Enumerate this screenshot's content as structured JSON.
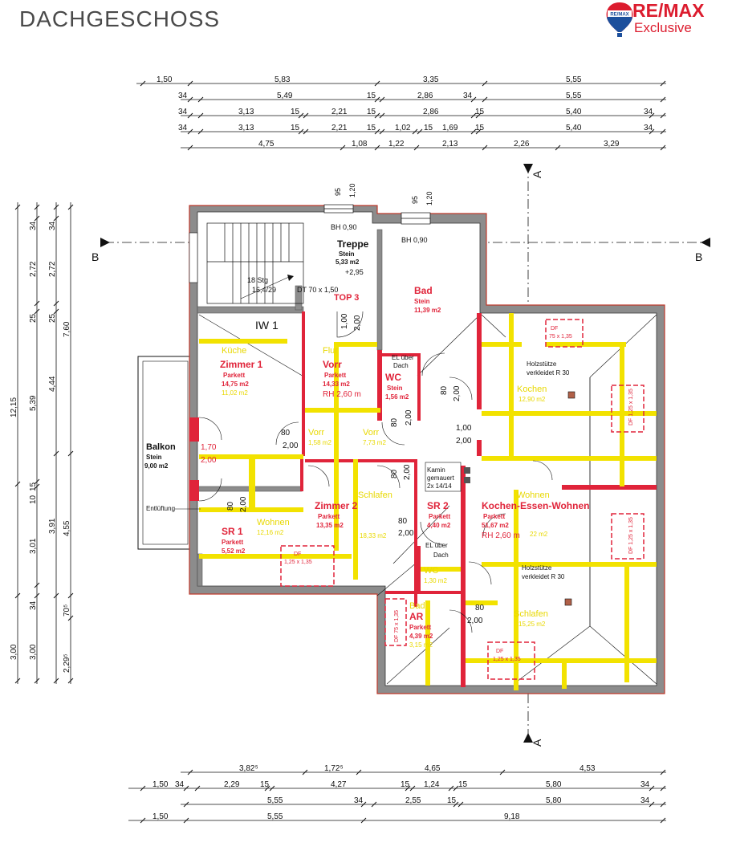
{
  "header": {
    "title": "DACHGESCHOSS",
    "logo": {
      "brand": "RE/MAX",
      "tagline": "Exclusive",
      "balloon_text": "RE/MAX",
      "icon": "remax-balloon-icon"
    }
  },
  "colors": {
    "wall": "#555555",
    "wall_fill": "#8c8c8c",
    "red": "#e0243a",
    "yellow": "#f2e200",
    "ink": "#111111"
  },
  "section_markers": {
    "a_left": "A",
    "a_right": "A",
    "b_left": "B",
    "b_right": "B"
  },
  "dimensions": {
    "top_rows": [
      [
        "1,50",
        "5,83",
        "3,35",
        "5,55"
      ],
      [
        "34",
        "5,49",
        "15",
        "2,86",
        "34",
        "5,55"
      ],
      [
        "34",
        "3,13",
        "15",
        "2,21",
        "15",
        "2,86",
        "15",
        "5,40",
        "34"
      ],
      [
        "34",
        "3,13",
        "15",
        "2,21",
        "15",
        "1,02",
        "15",
        "1,69",
        "15",
        "5,40",
        "34"
      ],
      [
        "4,75",
        "1,08",
        "1,22",
        "2,13",
        "2,26",
        "3,29"
      ]
    ],
    "bottom_rows": [
      [
        "3,82⁵",
        "1,72⁵",
        "4,65",
        "4,53"
      ],
      [
        "1,50",
        "34",
        "2,29",
        "15",
        "4,27",
        "15",
        "1,24",
        "15",
        "5,80",
        "34"
      ],
      [
        "5,55",
        "34",
        "2,55",
        "15",
        "5,80",
        "34"
      ],
      [
        "1,50",
        "5,55",
        "9,18"
      ]
    ],
    "left_cols": [
      [
        "34",
        "2,72",
        "25",
        "5,39",
        "15",
        "3,01",
        "34",
        "3,00"
      ],
      [
        "34",
        "2,72",
        "25",
        "4,44",
        "3,91",
        "3,00"
      ],
      [
        "7,60",
        "4,55",
        "2,29⁵"
      ],
      [
        "12,15",
        "10",
        "70⁵"
      ]
    ],
    "windows": {
      "w1_a": "95",
      "w1_b": "1,20",
      "w2_a": "95",
      "w2_b": "1,20"
    }
  },
  "labels": {
    "treppe": {
      "name": "Treppe",
      "floor": "Stein",
      "area": "5,33 m2",
      "level": "+2,95"
    },
    "stair": {
      "count": "18 Stg",
      "ratio": "16,4/29",
      "dt": "DT 70 x 1,50"
    },
    "bh1": "BH 0,90",
    "bh2": "BH 0,90",
    "top3": "TOP 3",
    "bad_top": {
      "name": "Bad",
      "floor": "Stein",
      "area": "11,39 m2"
    },
    "iw1": "IW 1",
    "kueche": "Küche",
    "zimmer1": {
      "name": "Zimmer 1",
      "floor": "Parkett",
      "area": "14,75 m2",
      "area_old": "11,02 m2"
    },
    "flur": "Flur",
    "vorr1": {
      "name": "Vorr",
      "floor": "Parkett",
      "area": "14,33 m2",
      "rh": "RH 2,60 m"
    },
    "el_dach1": {
      "l1": "EL über",
      "l2": "Dach"
    },
    "wc1": {
      "name": "WC",
      "floor": "Stein",
      "area": "1,56 m2"
    },
    "kochen": {
      "name": "Kochen",
      "area": "12,90 m2"
    },
    "holz1": {
      "l1": "Holzstütze",
      "l2": "verkleidet R 30"
    },
    "df_top": "DF\n75 x 1,35",
    "df_right1": "DF 1,25 x 1,35",
    "balkon": {
      "name": "Balkon",
      "floor": "Stein",
      "area": "9,00 m2"
    },
    "d170": "1,70",
    "d200a": "2,00",
    "vorr2": {
      "name": "Vorr",
      "area": "1,58 m2"
    },
    "vorr3": {
      "name": "Vorr",
      "area": "7,73 m2"
    },
    "d80_200_a": {
      "a": "80",
      "b": "2,00"
    },
    "d100_200": {
      "a": "1,00",
      "b": "2,00"
    },
    "d100_200_b": {
      "a": "1,00",
      "b": "2,00"
    },
    "d80_200_b": {
      "a": "80",
      "b": "2,00"
    },
    "d80_200_c": {
      "a": "80",
      "b": "2,00"
    },
    "d80_200_d": {
      "a": "80",
      "b": "2,00"
    },
    "d80_200_e": {
      "a": "80",
      "b": "2,00"
    },
    "d80_200_f": {
      "a": "80",
      "b": "2,00"
    },
    "d80_200_g": {
      "a": "80",
      "b": "2,00"
    },
    "kamin": {
      "l1": "Kamin",
      "l2": "gemauert",
      "l3": "2x 14/14"
    },
    "schlafen1": "Schlafen",
    "wohnen_r": "Wohnen",
    "entlueftung": "Entlüftung",
    "zimmer2": {
      "name": "Zimmer 2",
      "floor": "Parkett",
      "area": "13,35 m2",
      "area_old": "18,33 m2"
    },
    "wohnen_l": {
      "name": "Wohnen",
      "area": "12,16 m2"
    },
    "sr1": {
      "name": "SR 1",
      "floor": "Parkett",
      "area": "5,52 m2"
    },
    "sr2": {
      "name": "SR 2",
      "floor": "Parkett",
      "area": "4,40 m2"
    },
    "el_dach2": {
      "l1": "EL über",
      "l2": "Dach"
    },
    "kew": {
      "name": "Kochen-Essen-Wohnen",
      "floor": "Parkett",
      "area": "51,67 m2",
      "rh": "RH 2,60 m",
      "area_old": "22 m2"
    },
    "df_right2": "DF 1,25 x 1,35",
    "df_mid": "DF\n1,25 x 1,35",
    "holz2": {
      "l1": "Holzstütze",
      "l2": "verkleidet R 30"
    },
    "wc2": {
      "name": "WC",
      "area": "1,30 m2"
    },
    "bad2": "Bad",
    "ar": {
      "name": "AR",
      "floor": "Parkett",
      "area": "4,39 m2",
      "area_old": "3,15 m2"
    },
    "df_ar": "DF 75 x 1,35",
    "schlafen2": {
      "name": "Schlafen",
      "area": "15,25 m2"
    },
    "df_bot": "DF\n1,25 x 1,35"
  }
}
